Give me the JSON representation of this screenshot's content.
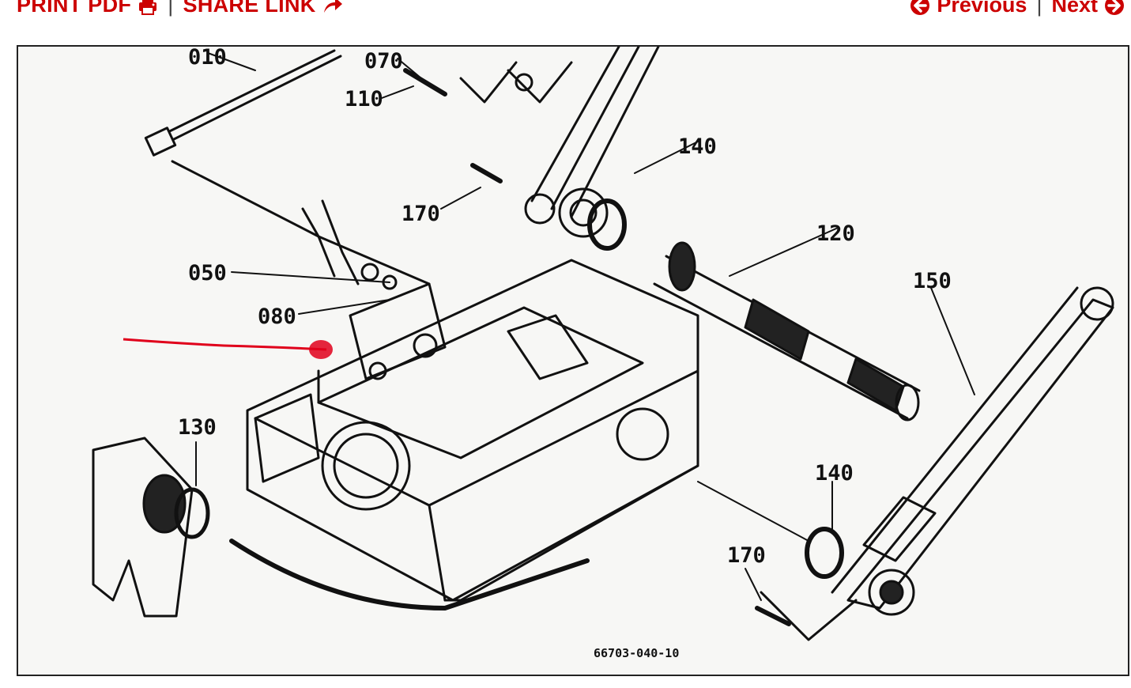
{
  "toolbar": {
    "print_label": "PRINT PDF",
    "share_label": "SHARE LINK",
    "separator": "|",
    "previous_label": "Previous",
    "next_label": "Next",
    "accent_color": "#cc0000",
    "print_icon": "printer-icon",
    "share_icon": "share-arrow-icon",
    "previous_icon": "circle-arrow-left-icon",
    "next_icon": "circle-arrow-right-icon"
  },
  "diagram": {
    "callouts": {
      "c010": "010",
      "c070": "070",
      "c110": "110",
      "c140a": "140",
      "c170a": "170",
      "c120": "120",
      "c050": "050",
      "c080": "080",
      "c150": "150",
      "c130": "130",
      "c140b": "140",
      "c170b": "170"
    },
    "part_number": "66703-040-10",
    "annotation_color": "#e0001b"
  }
}
